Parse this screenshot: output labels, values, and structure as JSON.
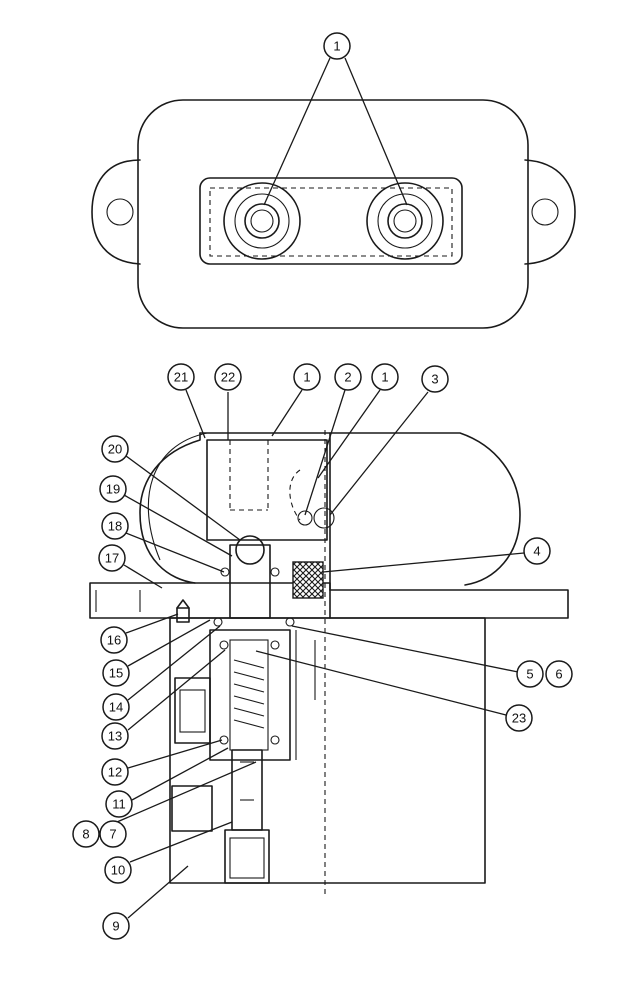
{
  "callouts": [
    {
      "id": "c-top-1",
      "label": "1"
    },
    {
      "id": "c-21",
      "label": "21"
    },
    {
      "id": "c-22",
      "label": "22"
    },
    {
      "id": "c-1a",
      "label": "1"
    },
    {
      "id": "c-2",
      "label": "2"
    },
    {
      "id": "c-1b",
      "label": "1"
    },
    {
      "id": "c-3",
      "label": "3"
    },
    {
      "id": "c-20",
      "label": "20"
    },
    {
      "id": "c-19",
      "label": "19"
    },
    {
      "id": "c-18",
      "label": "18"
    },
    {
      "id": "c-17",
      "label": "17"
    },
    {
      "id": "c-4",
      "label": "4"
    },
    {
      "id": "c-16",
      "label": "16"
    },
    {
      "id": "c-15",
      "label": "15"
    },
    {
      "id": "c-14",
      "label": "14"
    },
    {
      "id": "c-5",
      "label": "5"
    },
    {
      "id": "c-6",
      "label": "6"
    },
    {
      "id": "c-13",
      "label": "13"
    },
    {
      "id": "c-23",
      "label": "23"
    },
    {
      "id": "c-12",
      "label": "12"
    },
    {
      "id": "c-11",
      "label": "11"
    },
    {
      "id": "c-8",
      "label": "8"
    },
    {
      "id": "c-7",
      "label": "7"
    },
    {
      "id": "c-10",
      "label": "10"
    },
    {
      "id": "c-9",
      "label": "9"
    }
  ]
}
